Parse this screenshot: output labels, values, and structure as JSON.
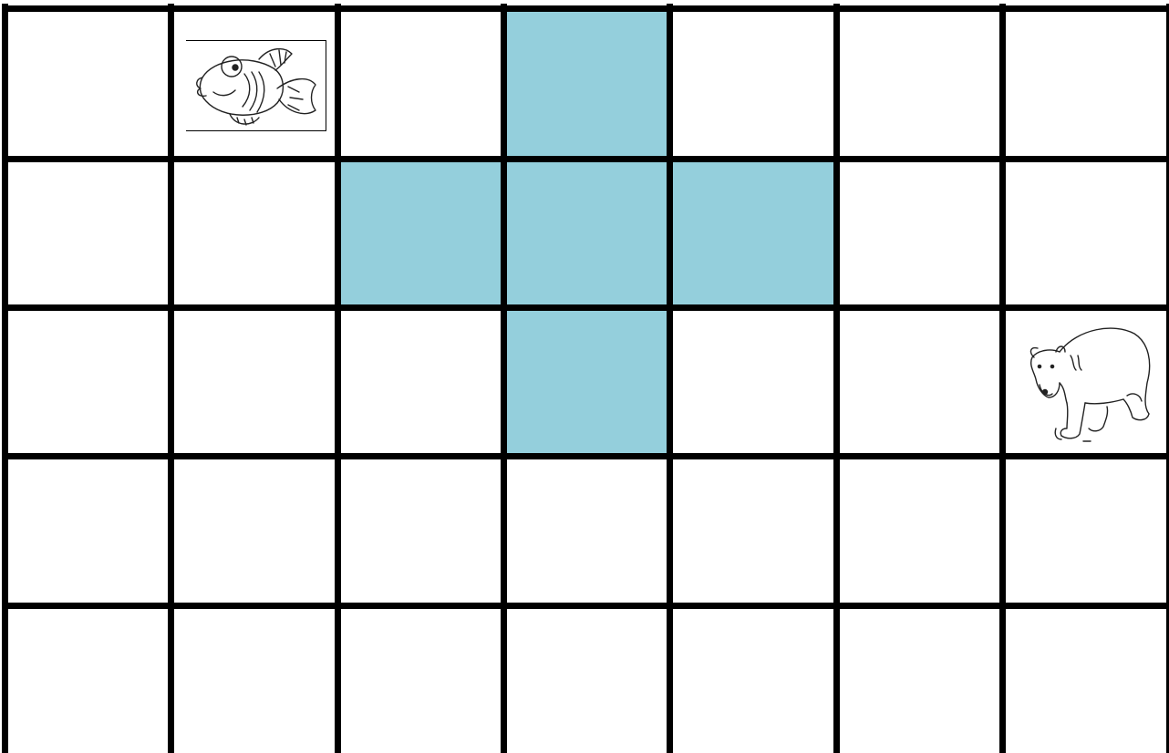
{
  "board": {
    "rows": 5,
    "cols": 7,
    "colors": {
      "empty": "#ffffff",
      "highlight": "#94cfdc",
      "grid": "#000000"
    },
    "highlighted_cells": [
      {
        "row": 0,
        "col": 3
      },
      {
        "row": 1,
        "col": 2
      },
      {
        "row": 1,
        "col": 3
      },
      {
        "row": 1,
        "col": 4
      },
      {
        "row": 2,
        "col": 3
      }
    ],
    "pieces": [
      {
        "name": "fish",
        "icon": "fish-icon",
        "row": 0,
        "col": 1
      },
      {
        "name": "bear",
        "icon": "bear-icon",
        "row": 2,
        "col": 6
      }
    ]
  }
}
